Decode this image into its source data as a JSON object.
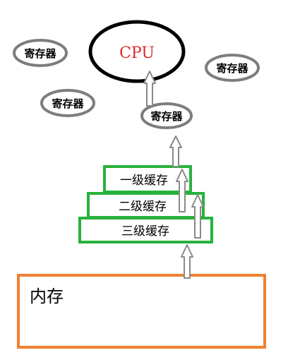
{
  "cpu": {
    "label": "CPU",
    "label_color": "#e0262b"
  },
  "registers": {
    "label": "寄存器",
    "items": [
      "寄存器",
      "寄存器",
      "寄存器",
      "寄存器"
    ]
  },
  "caches": {
    "l1": "一级缓存",
    "l2": "二级缓存",
    "l3": "三级缓存",
    "border_color": "#27b23c"
  },
  "memory": {
    "label": "内存",
    "border_color": "#f08030"
  },
  "colors": {
    "register_border": "#7d7d7d",
    "arrow_stroke": "#8a8a8a",
    "cpu_border": "#000000"
  }
}
